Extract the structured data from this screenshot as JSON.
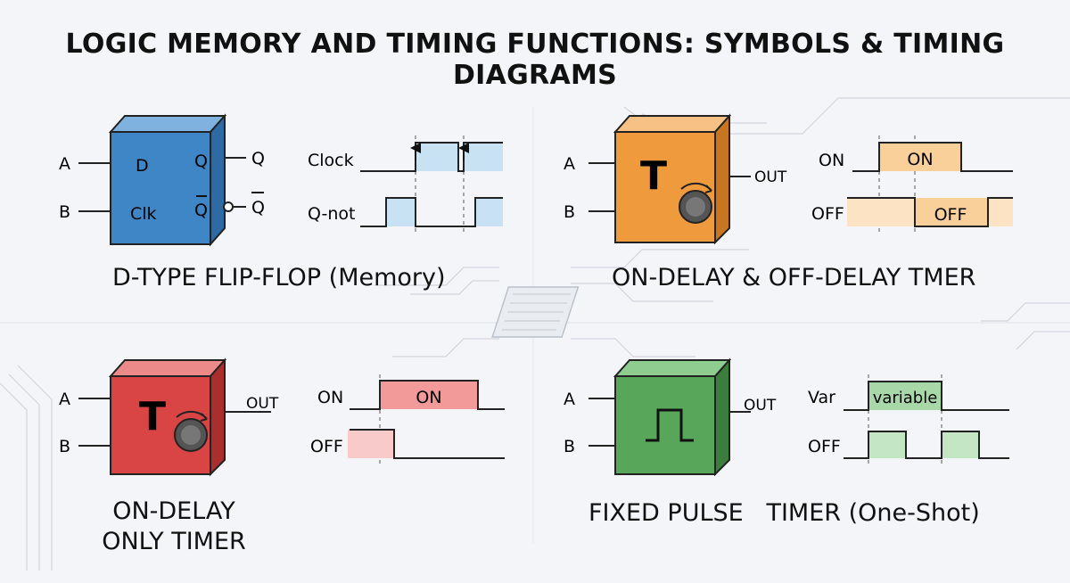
{
  "title": "LOGIC MEMORY AND TIMING FUNCTIONS: SYMBOLS & TIMING DIAGRAMS",
  "colors": {
    "flipflop": "#3f86c6",
    "on_off_timer": "#f09a3e",
    "on_delay_timer": "#d94545",
    "pulse_timer": "#58a65a",
    "background": "#f3f5f8"
  },
  "flipflop": {
    "input_a": "A",
    "input_b": "B",
    "pin_d": "D",
    "pin_clk": "Clk",
    "pin_q": "Q",
    "pin_qbar": "Q",
    "out_q": "Q",
    "out_qbar": "Q",
    "signal_clock": "Clock",
    "signal_qnot": "Q-not",
    "caption": "D-TYPE FLIP-FLOP (Memory)"
  },
  "on_off_timer": {
    "input_a": "A",
    "input_b": "B",
    "block_letter": "T",
    "output": "OUT",
    "signal_on": "ON",
    "signal_off": "OFF",
    "pulse_on": "ON",
    "pulse_off": "OFF",
    "caption": "ON-DELAY & OFF-DELAY TMER"
  },
  "on_delay_timer": {
    "input_a": "A",
    "input_b": "B",
    "block_letter": "T",
    "output": "OUT",
    "signal_on": "ON",
    "signal_off": "OFF",
    "pulse_on": "ON",
    "caption_line1": "ON-DELAY",
    "caption_line2": "ONLY TIMER"
  },
  "pulse_timer": {
    "input_a": "A",
    "input_b": "B",
    "output": "OUT",
    "signal_var": "Var",
    "signal_off": "OFF",
    "pulse_var": "variable",
    "caption": "FIXED PULSE   TIMER (One-Shot)"
  }
}
